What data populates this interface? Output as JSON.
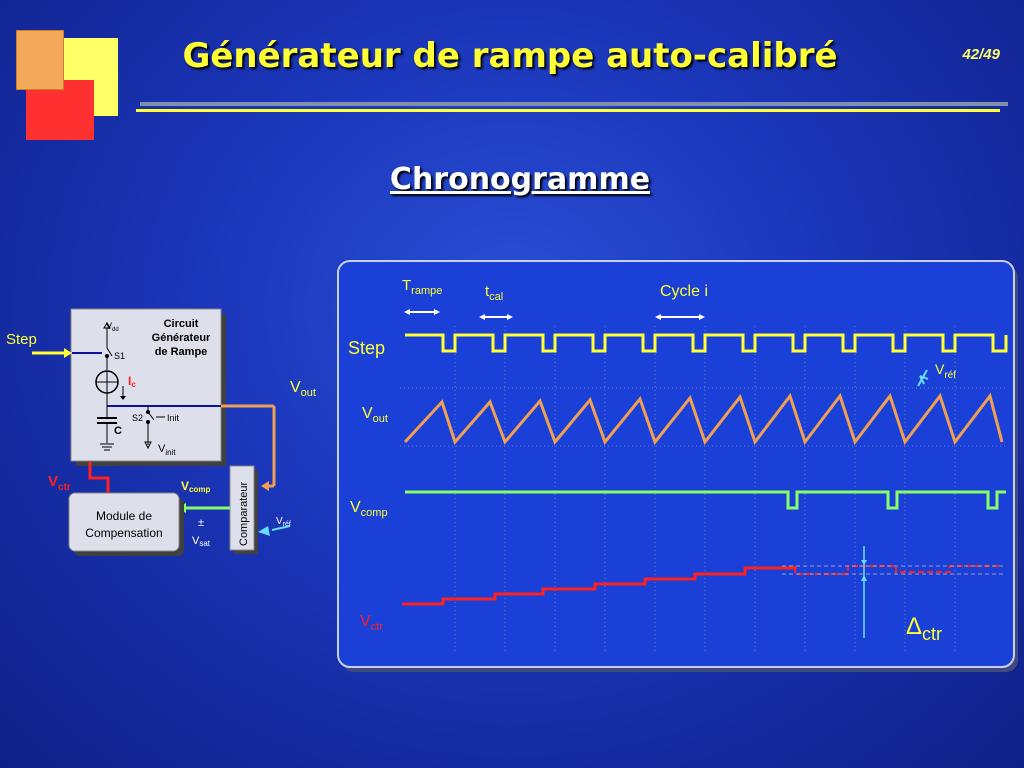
{
  "slide": {
    "title": "Générateur de rampe auto-calibré",
    "number": "42/49",
    "subtitle": "Chronogramme"
  },
  "colors": {
    "step": "#ffff33",
    "vout": "#f0a050",
    "vcomp": "#88ff66",
    "vctr": "#ff2020",
    "vref": "#66ddff",
    "title": "#ffff33"
  },
  "circuit": {
    "block_title_1": "Circuit",
    "block_title_2": "Générateur",
    "block_title_3": "de Rampe",
    "step_label": "Step",
    "vdd": "dd",
    "s1": "S1",
    "s2": "S2",
    "ic": "c",
    "cap": "C",
    "init": "Init",
    "vinit": "init",
    "vout_sub": "out",
    "vctr_sub": "ctr",
    "vcomp_sub": "comp",
    "comparator": "Comparateur",
    "module_line1": "Module de",
    "module_line2": "Compensation",
    "pm": "±",
    "vsat_sub": "sat",
    "vref_sub": "réf",
    "v": "V",
    "i": "I"
  },
  "chrono": {
    "trampe": "T",
    "trampe_sub": "rampe",
    "tcal": "t",
    "tcal_sub": "cal",
    "cycle": "Cycle i",
    "step": "Step",
    "v": "V",
    "vout_sub": "out",
    "vcomp_sub": "comp",
    "vctr_sub": "ctr",
    "vref_sub": "réf",
    "delta": "Δ",
    "delta_sub": "ctr"
  }
}
